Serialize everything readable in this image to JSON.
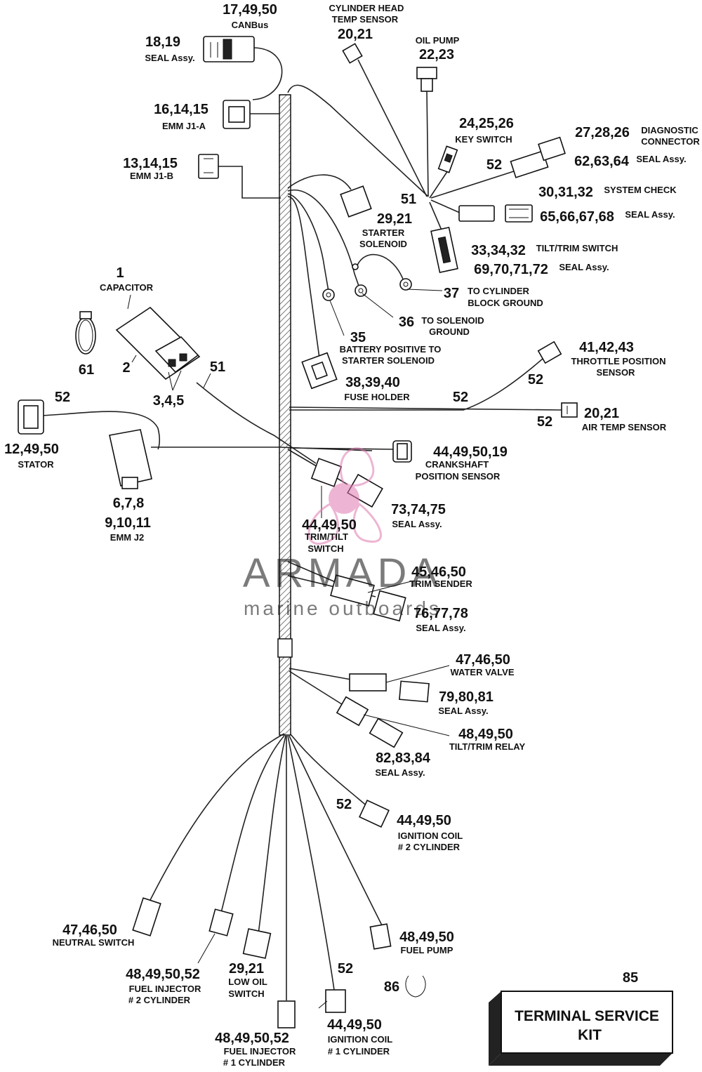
{
  "labels": {
    "canbus_num": "17,49,50",
    "canbus": "CANBus",
    "seal1_num": "18,19",
    "seal1": "SEAL Assy.",
    "emmj1a_num": "16,14,15",
    "emmj1a": "EMM J1-A",
    "emmj1b_num": "13,14,15",
    "emmj1b": "EMM J1-B",
    "cht_l1": "CYLINDER HEAD",
    "cht_l2": "TEMP SENSOR",
    "cht_num": "20,21",
    "oil_l1": "OIL PUMP",
    "oil_num": "22,23",
    "key_num": "24,25,26",
    "key": "KEY SWITCH",
    "diag_num": "27,28,26",
    "diag_l1": "DIAGNOSTIC",
    "diag_l2": "CONNECTOR",
    "n52_diag": "52",
    "diagseal_num": "62,63,64",
    "diagseal": "SEAL Assy.",
    "n51_top": "51",
    "sys_num": "30,31,32",
    "sys": "SYSTEM CHECK",
    "sysseal_num": "65,66,67,68",
    "sysseal": "SEAL Assy.",
    "starter_num": "29,21",
    "starter_l1": "STARTER",
    "starter_l2": "SOLENOID",
    "tilt_num": "33,34,32",
    "tilt": "TILT/TRIM SWITCH",
    "tiltseal_num": "69,70,71,72",
    "tiltseal": "SEAL Assy.",
    "cap_num": "1",
    "cap": "CAPACITOR",
    "n37": "37",
    "ground1_l1": "TO CYLINDER",
    "ground1_l2": "BLOCK GROUND",
    "n36": "36",
    "ground2_l1": "TO SOLENOID",
    "ground2_l2": "GROUND",
    "n35": "35",
    "batt_l1": "BATTERY POSITIVE TO",
    "batt_l2": "STARTER SOLENOID",
    "n61": "61",
    "n2": "2",
    "n345": "3,4,5",
    "n51_cap": "51",
    "fuse_num": "38,39,40",
    "fuse": "FUSE HOLDER",
    "tps_num": "41,42,43",
    "tps_l1": "THROTTLE POSITION",
    "tps_l2": "SENSOR",
    "n52_tps": "52",
    "n52_mid": "52",
    "air_num": "20,21",
    "air": "AIR TEMP SENSOR",
    "n52_air": "52",
    "n52_stator": "52",
    "stator_num": "12,49,50",
    "stator": "STATOR",
    "crank_num": "44,49,50,19",
    "crank_l1": "CRANKSHAFT",
    "crank_l2": "POSITION SENSOR",
    "emmj2_num1": "6,7,8",
    "emmj2_num2": "9,10,11",
    "emmj2": "EMM J2",
    "seal73_num": "73,74,75",
    "seal73": "SEAL Assy.",
    "trimtilt_num": "44,49,50",
    "trimtilt_l1": "TRIM/TILT",
    "trimtilt_l2": "SWITCH",
    "trimsend_num": "45,46,50",
    "trimsend": "TRIM SENDER",
    "seal76_num": "76,77,78",
    "seal76": "SEAL Assy.",
    "water_num": "47,46,50",
    "water": "WATER VALVE",
    "seal79_num": "79,80,81",
    "seal79": "SEAL Assy.",
    "relay_num": "48,49,50",
    "relay": "TILT/TRIM RELAY",
    "seal82_num": "82,83,84",
    "seal82": "SEAL Assy.",
    "n52_coil2": "52",
    "coil2_num": "44,49,50",
    "coil2_l1": "IGNITION COIL",
    "coil2_l2": "# 2 CYLINDER",
    "neutral_num": "47,46,50",
    "neutral": "NEUTRAL SWITCH",
    "fuelpump_num": "48,49,50",
    "fuelpump": "FUEL PUMP",
    "inj2_num": "48,49,50,52",
    "inj2_l1": "FUEL INJECTOR",
    "inj2_l2": "# 2 CYLINDER",
    "lowoil_num": "29,21",
    "lowoil_l1": "LOW OIL",
    "lowoil_l2": "SWITCH",
    "n52_coil1": "52",
    "n86": "86",
    "coil1_num": "44,49,50",
    "coil1_l1": "IGNITION COIL",
    "coil1_l2": "# 1 CYLINDER",
    "inj1_num": "48,49,50,52",
    "inj1_l1": "FUEL INJECTOR",
    "inj1_l2": "# 1 CYLINDER",
    "kit_num": "85",
    "kit_l1": "TERMINAL SERVICE",
    "kit_l2": "KIT"
  },
  "watermark": {
    "title": "ARMADA",
    "subtitle": "marine outboards",
    "color": "#e07ab0"
  }
}
